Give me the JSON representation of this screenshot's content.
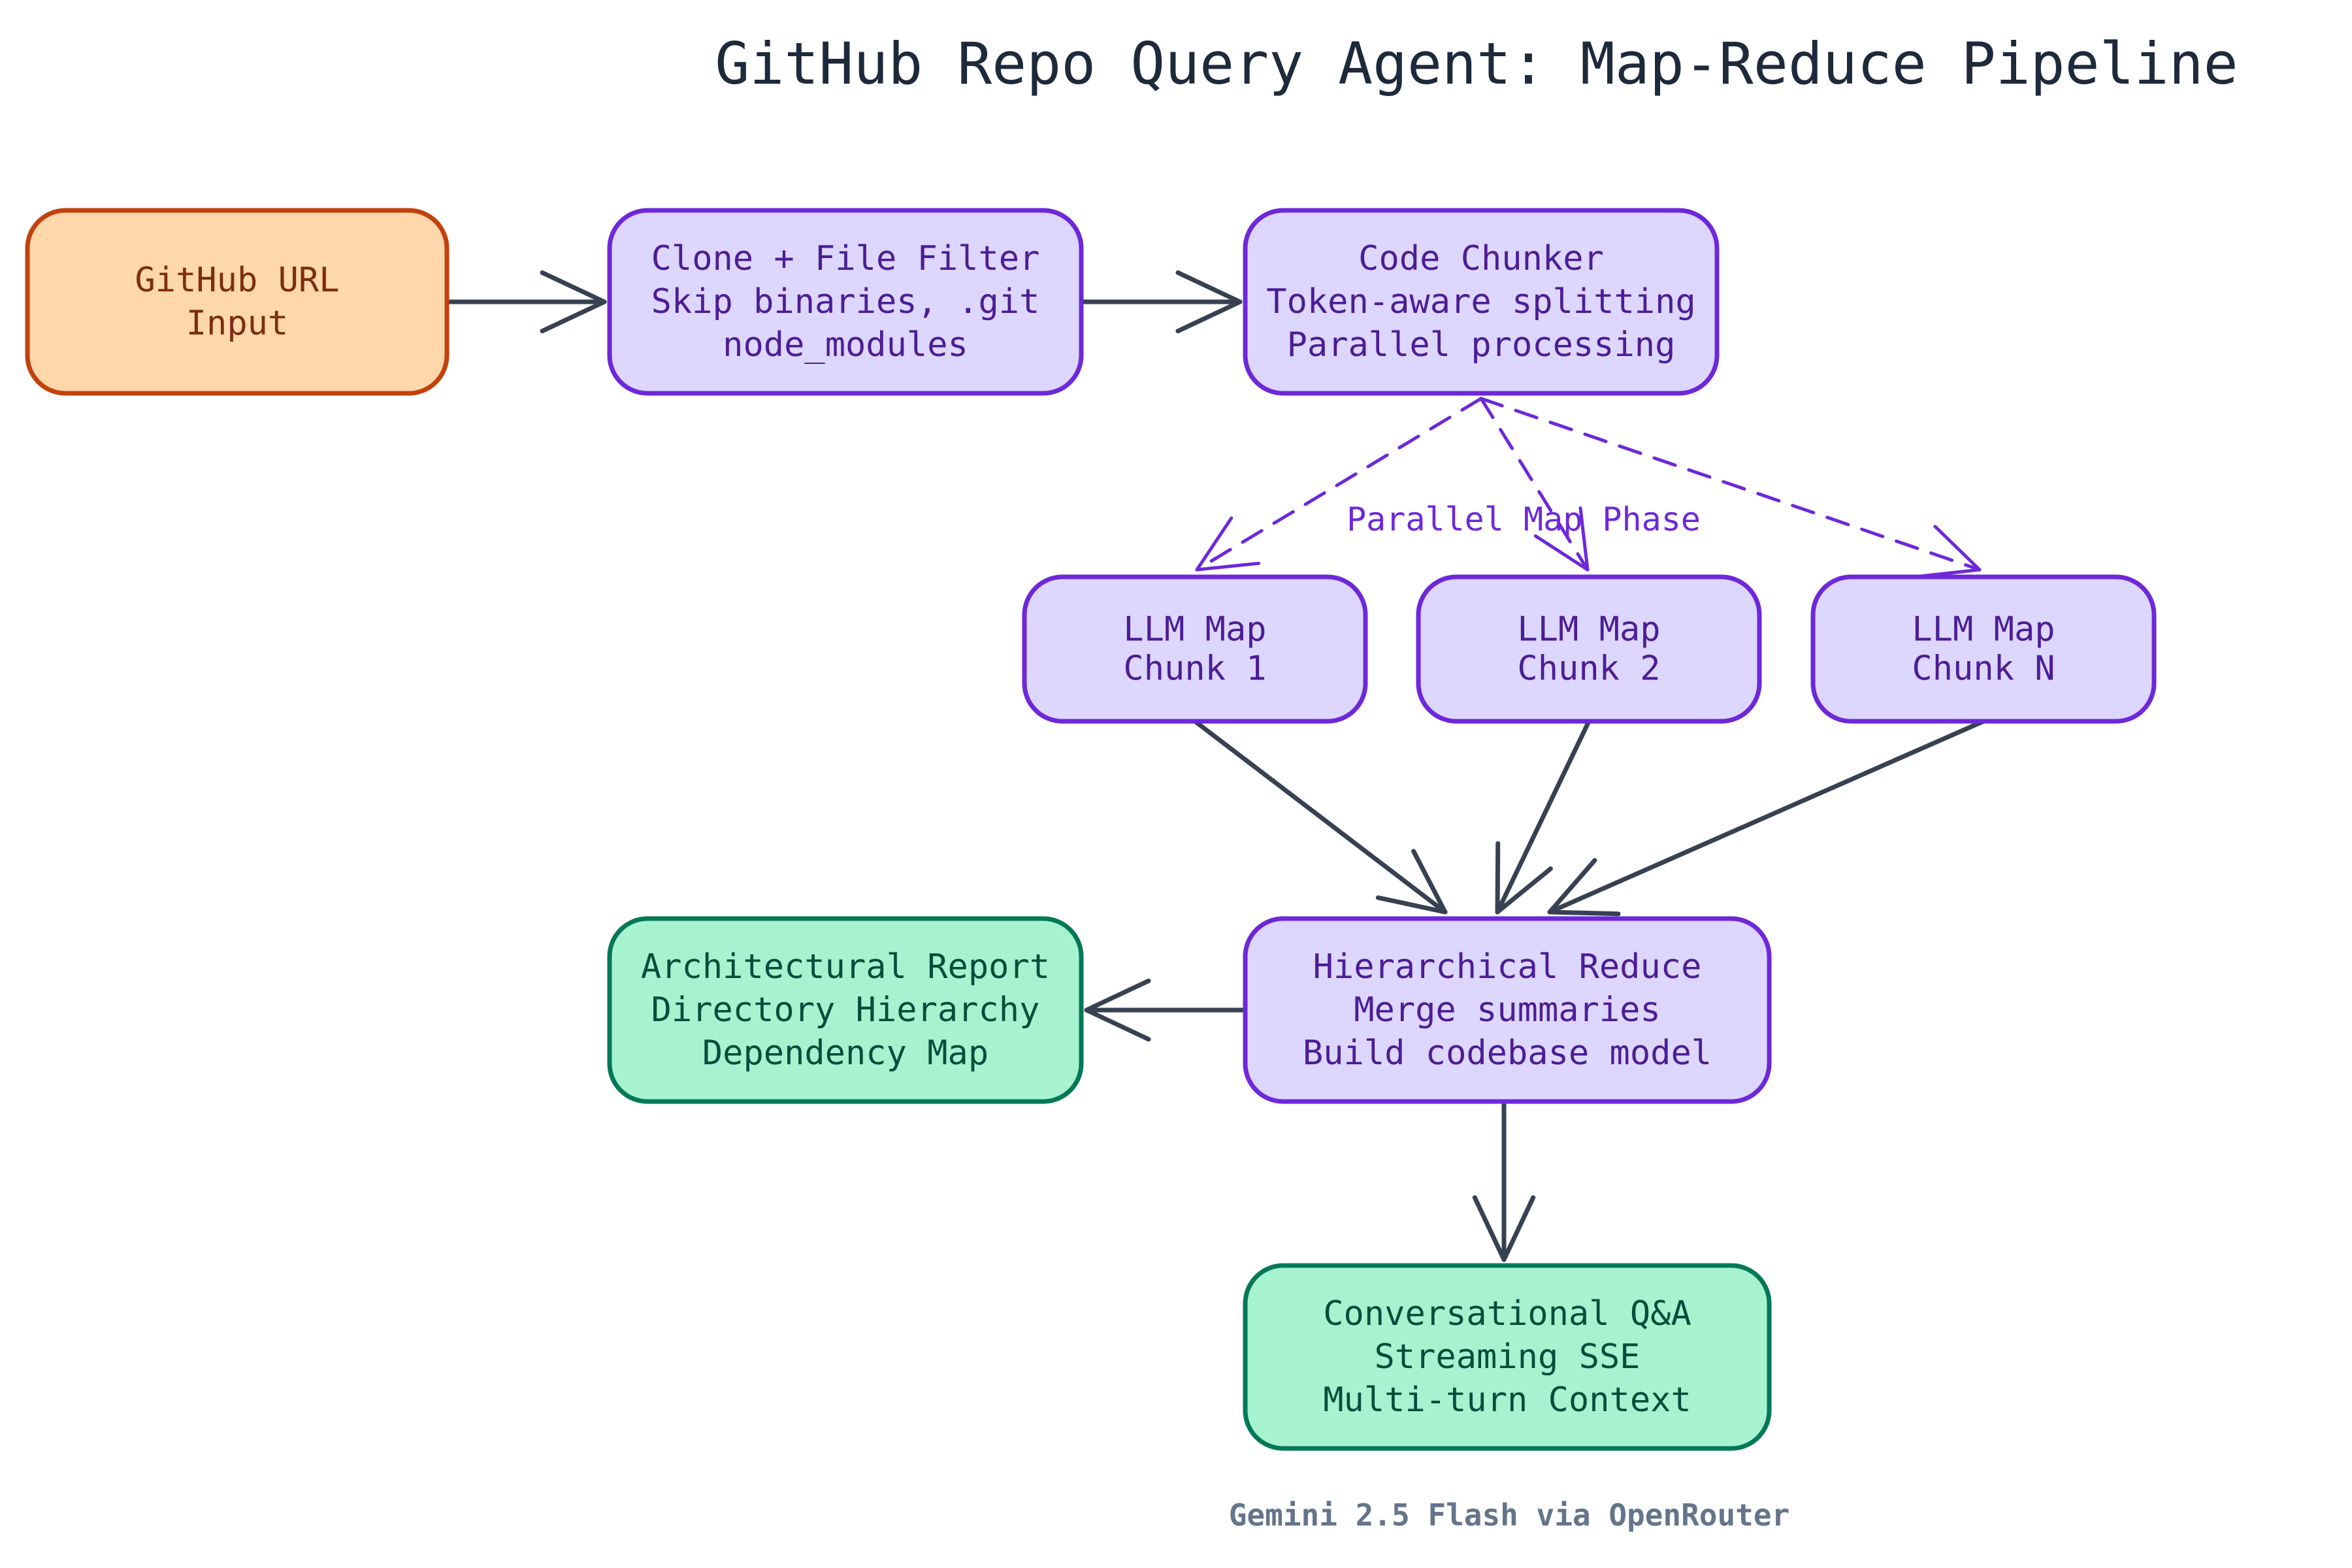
{
  "title": "GitHub Repo Query Agent: Map-Reduce Pipeline",
  "footer": "Gemini 2.5 Flash via OpenRouter",
  "colors": {
    "input_fill": "#fed7aa",
    "input_stroke": "#c2410c",
    "input_text": "#7c2d12",
    "process_fill": "#ddd6fe",
    "process_stroke": "#6d28d9",
    "process_text": "#4c1d95",
    "output_fill": "#a7f3d0",
    "output_stroke": "#047857",
    "output_text": "#064e3b",
    "edge": "#374151",
    "dashed_edge": "#6d28d9"
  },
  "nodes": [
    {
      "id": "github-url",
      "kind": "input",
      "lines": [
        "GitHub URL",
        "Input"
      ]
    },
    {
      "id": "clone-filter",
      "kind": "process",
      "lines": [
        "Clone + File Filter",
        "Skip binaries, .git",
        "node_modules"
      ]
    },
    {
      "id": "code-chunker",
      "kind": "process",
      "lines": [
        "Code Chunker",
        "Token-aware splitting",
        "Parallel processing"
      ]
    },
    {
      "id": "llm-map-1",
      "kind": "process",
      "lines": [
        "LLM Map",
        "Chunk 1"
      ]
    },
    {
      "id": "llm-map-2",
      "kind": "process",
      "lines": [
        "LLM Map",
        "Chunk 2"
      ]
    },
    {
      "id": "llm-map-n",
      "kind": "process",
      "lines": [
        "LLM Map",
        "Chunk N"
      ]
    },
    {
      "id": "hierarchical-reduce",
      "kind": "process",
      "lines": [
        "Hierarchical Reduce",
        "Merge summaries",
        "Build codebase model"
      ]
    },
    {
      "id": "architectural-report",
      "kind": "output",
      "lines": [
        "Architectural Report",
        "Directory Hierarchy",
        "Dependency Map"
      ]
    },
    {
      "id": "conversational-qa",
      "kind": "output",
      "lines": [
        "Conversational Q&A",
        "Streaming SSE",
        "Multi-turn Context"
      ]
    }
  ],
  "edges": [
    {
      "from": "github-url",
      "to": "clone-filter",
      "style": "solid"
    },
    {
      "from": "clone-filter",
      "to": "code-chunker",
      "style": "solid"
    },
    {
      "from": "code-chunker",
      "to": "llm-map-1",
      "style": "dashed"
    },
    {
      "from": "code-chunker",
      "to": "llm-map-2",
      "style": "dashed"
    },
    {
      "from": "code-chunker",
      "to": "llm-map-n",
      "style": "dashed"
    },
    {
      "from": "llm-map-1",
      "to": "hierarchical-reduce",
      "style": "solid"
    },
    {
      "from": "llm-map-2",
      "to": "hierarchical-reduce",
      "style": "solid"
    },
    {
      "from": "llm-map-n",
      "to": "hierarchical-reduce",
      "style": "solid"
    },
    {
      "from": "hierarchical-reduce",
      "to": "architectural-report",
      "style": "solid"
    },
    {
      "from": "hierarchical-reduce",
      "to": "conversational-qa",
      "style": "solid"
    }
  ],
  "edge_labels": [
    {
      "text": "Parallel Map Phase",
      "near": "code-chunker"
    }
  ]
}
